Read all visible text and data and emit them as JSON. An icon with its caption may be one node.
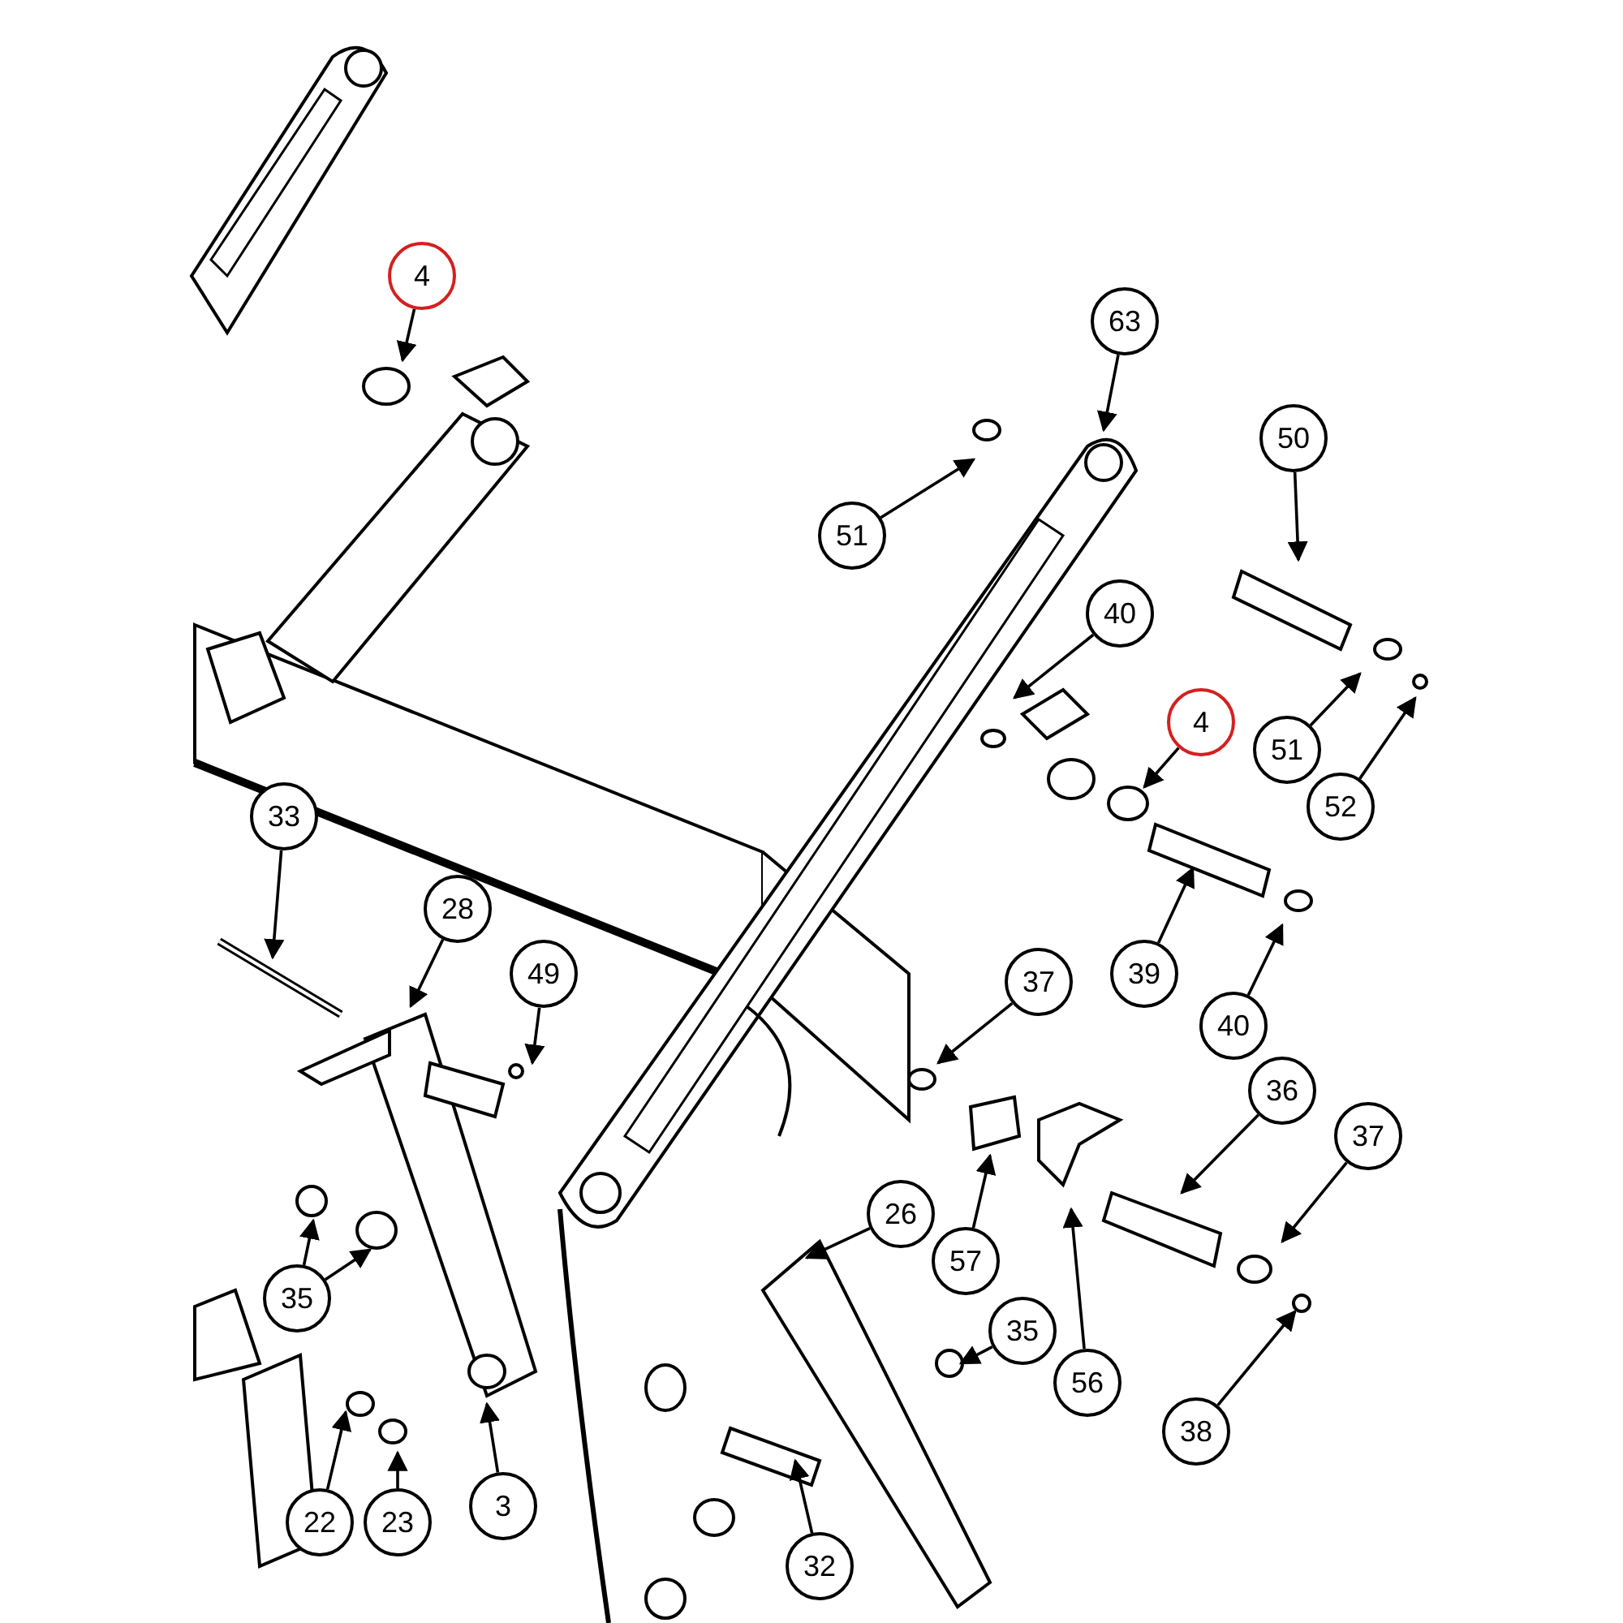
{
  "diagram": {
    "nodes": [
      {
        "text": [
          "4"
        ]
      },
      {
        "text": [
          "63"
        ]
      },
      {
        "text": [
          "50"
        ]
      },
      {
        "text": [
          "51"
        ]
      },
      {
        "text": [
          "40"
        ]
      },
      {
        "text": [
          "4"
        ]
      },
      {
        "text": [
          "51"
        ]
      },
      {
        "text": [
          "52"
        ]
      },
      {
        "text": [
          "33"
        ]
      },
      {
        "text": [
          "28"
        ]
      },
      {
        "text": [
          "49"
        ]
      },
      {
        "text": [
          "37"
        ]
      },
      {
        "text": [
          "39"
        ]
      },
      {
        "text": [
          "40"
        ]
      },
      {
        "text": [
          "36"
        ]
      },
      {
        "text": [
          "37"
        ]
      },
      {
        "text": [
          "26"
        ]
      },
      {
        "text": [
          "57"
        ]
      },
      {
        "text": [
          "35"
        ]
      },
      {
        "text": [
          "35"
        ]
      },
      {
        "text": [
          "56"
        ]
      },
      {
        "text": [
          "38"
        ]
      },
      {
        "text": [
          "22"
        ]
      },
      {
        "text": [
          "23"
        ]
      },
      {
        "text": [
          "3"
        ]
      },
      {
        "text": [
          "32"
        ]
      }
    ],
    "edges": [
      {
        "from": 0,
        "to": null,
        "arrow": "to"
      },
      {
        "from": 1,
        "to": null,
        "arrow": "to"
      },
      {
        "from": 2,
        "to": null,
        "arrow": "to"
      },
      {
        "from": 3,
        "to": null,
        "arrow": "to"
      },
      {
        "from": 4,
        "to": null,
        "arrow": "to"
      },
      {
        "from": 5,
        "to": null,
        "arrow": "to"
      },
      {
        "from": 6,
        "to": null,
        "arrow": "to"
      },
      {
        "from": 7,
        "to": null,
        "arrow": "to"
      },
      {
        "from": 8,
        "to": null,
        "arrow": "to"
      },
      {
        "from": 9,
        "to": null,
        "arrow": "to"
      },
      {
        "from": 10,
        "to": null,
        "arrow": "to"
      },
      {
        "from": 11,
        "to": null,
        "arrow": "to"
      },
      {
        "from": 12,
        "to": null,
        "arrow": "to"
      },
      {
        "from": 13,
        "to": null,
        "arrow": "to"
      },
      {
        "from": 14,
        "to": null,
        "arrow": "to"
      },
      {
        "from": 15,
        "to": null,
        "arrow": "to"
      },
      {
        "from": 16,
        "to": null,
        "arrow": "to"
      },
      {
        "from": 17,
        "to": null,
        "arrow": "to"
      },
      {
        "from": 18,
        "to": null,
        "arrow": "to"
      },
      {
        "from": 18,
        "to": null,
        "arrow": "to"
      },
      {
        "from": 19,
        "to": null,
        "arrow": "to"
      },
      {
        "from": 20,
        "to": null,
        "arrow": "to"
      },
      {
        "from": 21,
        "to": null,
        "arrow": "to"
      },
      {
        "from": 22,
        "to": null,
        "arrow": "to"
      },
      {
        "from": 23,
        "to": null,
        "arrow": "to"
      },
      {
        "from": 24,
        "to": null,
        "arrow": "to"
      },
      {
        "from": 25,
        "to": null,
        "arrow": "to"
      }
    ]
  }
}
